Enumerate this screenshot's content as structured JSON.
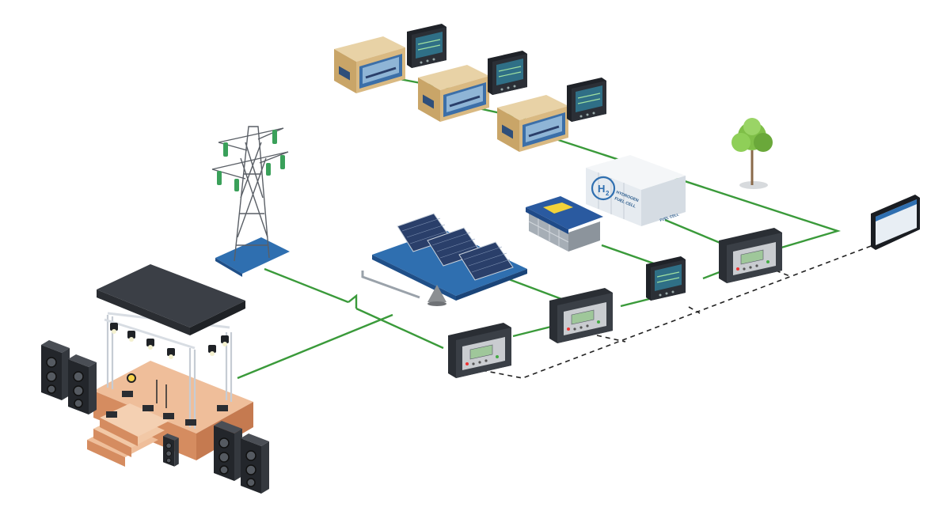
{
  "fuel_cell": {
    "h2_symbol": "H",
    "h2_sub": "2",
    "label_line1": "HYDROGEN",
    "label_line2": "FUEL CELL",
    "panel_label": "FUEL CELL"
  },
  "colors": {
    "link_line": "#3a9a3a",
    "comm_line": "#222222",
    "controller_body": "#3a3f46",
    "controller_screen": "#9fc79a",
    "display_body": "#2b2f36",
    "display_screen": "#2f6f86",
    "container_wall": "#d9b982",
    "solar_panel": "#2a3f6a",
    "platform_blue": "#2f6fb0",
    "stage_floor": "#e6a47a",
    "roof": "#2f3238"
  },
  "icons": {
    "power_tower": "transmission-tower-icon",
    "stage": "event-stage-icon",
    "speakers": "loudspeaker-icon",
    "solar": "solar-panel-icon",
    "battery": "battery-storage-icon",
    "fuel_cell": "hydrogen-fuel-cell-icon",
    "genset": "generator-container-icon",
    "controller": "controller-unit-icon",
    "hmi": "touchscreen-hmi-icon",
    "tree": "tree-icon"
  }
}
